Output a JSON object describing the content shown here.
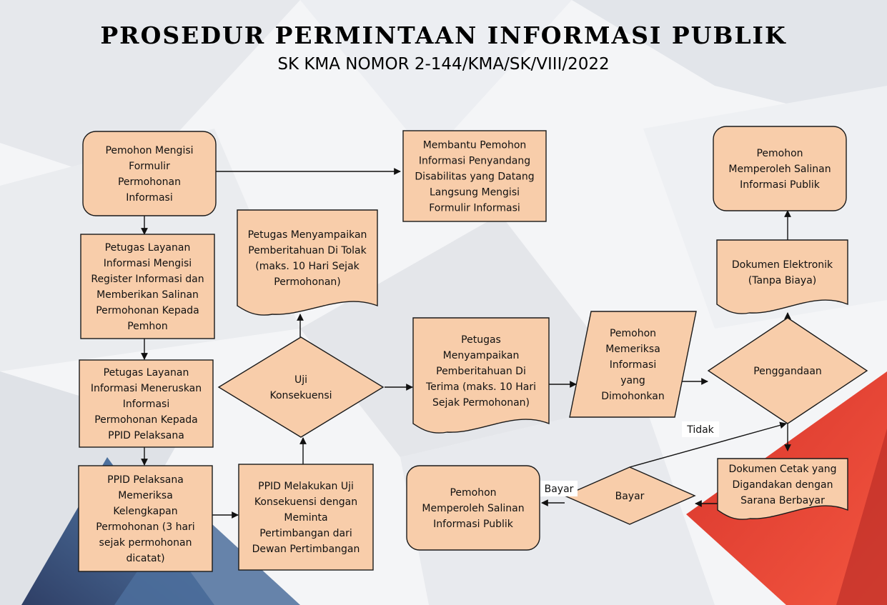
{
  "header": {
    "title": "PROSEDUR PERMINTAAN INFORMASI PUBLIK",
    "subtitle": "SK KMA NOMOR 2-144/KMA/SK/VIII/2022"
  },
  "colors": {
    "node_fill": "#f8cdaa",
    "node_stroke": "#1a1a1a",
    "accent_red": "#e5483a",
    "accent_blue": "#3d5a86"
  },
  "nodes": {
    "n1": {
      "shape": "rounded",
      "lines": [
        "Pemohon Mengisi",
        "Formulir",
        "Permohonan",
        "Informasi"
      ]
    },
    "n2": {
      "shape": "rect",
      "lines": [
        "Membantu Pemohon",
        "Informasi Penyandang",
        "Disabilitas yang Datang",
        "Langsung Mengisi",
        "Formulir Informasi"
      ]
    },
    "n3": {
      "shape": "rect",
      "lines": [
        "Petugas Layanan",
        "Informasi Mengisi",
        "Register Informasi dan",
        "Memberikan Salinan",
        "Permohonan Kepada",
        "Pemhon"
      ]
    },
    "n4": {
      "shape": "document",
      "lines": [
        "Petugas Menyampaikan",
        "Pemberitahuan Di Tolak",
        "(maks. 10 Hari Sejak",
        "Permohonan)"
      ]
    },
    "n5": {
      "shape": "rect",
      "lines": [
        "Petugas Layanan",
        "Informasi Meneruskan",
        "Informasi",
        "Permohonan Kepada",
        "PPID Pelaksana"
      ]
    },
    "n6": {
      "shape": "diamond",
      "lines": [
        "Uji",
        "Konsekuensi"
      ]
    },
    "n7": {
      "shape": "document",
      "lines": [
        "Petugas",
        "Menyampaikan",
        "Pemberitahuan Di",
        "Terima (maks. 10 Hari",
        "Sejak Permohonan)"
      ]
    },
    "n8": {
      "shape": "parallelogram",
      "lines": [
        "Pemohon",
        "Memeriksa",
        "Informasi",
        "yang",
        "Dimohonkan"
      ]
    },
    "n9": {
      "shape": "rounded",
      "lines": [
        "Pemohon",
        "Memperoleh Salinan",
        "Informasi Publik"
      ]
    },
    "n10": {
      "shape": "document",
      "lines": [
        "Dokumen Elektronik",
        "(Tanpa Biaya)"
      ]
    },
    "n11": {
      "shape": "diamond",
      "lines": [
        "Penggandaan"
      ]
    },
    "n12": {
      "shape": "rect",
      "lines": [
        "PPID Pelaksana",
        "Memeriksa",
        "Kelengkapan",
        "Permohonan (3 hari",
        "sejak permohonan",
        "dicatat)"
      ]
    },
    "n13": {
      "shape": "rect",
      "lines": [
        "PPID Melakukan Uji",
        "Konsekuensi dengan",
        "Meminta",
        "Pertimbangan dari",
        "Dewan Pertimbangan"
      ]
    },
    "n14": {
      "shape": "rounded",
      "lines": [
        "Pemohon",
        "Memperoleh Salinan",
        "Informasi Publik"
      ]
    },
    "n15": {
      "shape": "diamond",
      "lines": [
        "Bayar"
      ]
    },
    "n16": {
      "shape": "document",
      "lines": [
        "Dokumen Cetak yang",
        "Digandakan dengan",
        "Sarana Berbayar"
      ]
    }
  },
  "edge_labels": {
    "tidak": "Tidak",
    "bayar": "Bayar"
  }
}
